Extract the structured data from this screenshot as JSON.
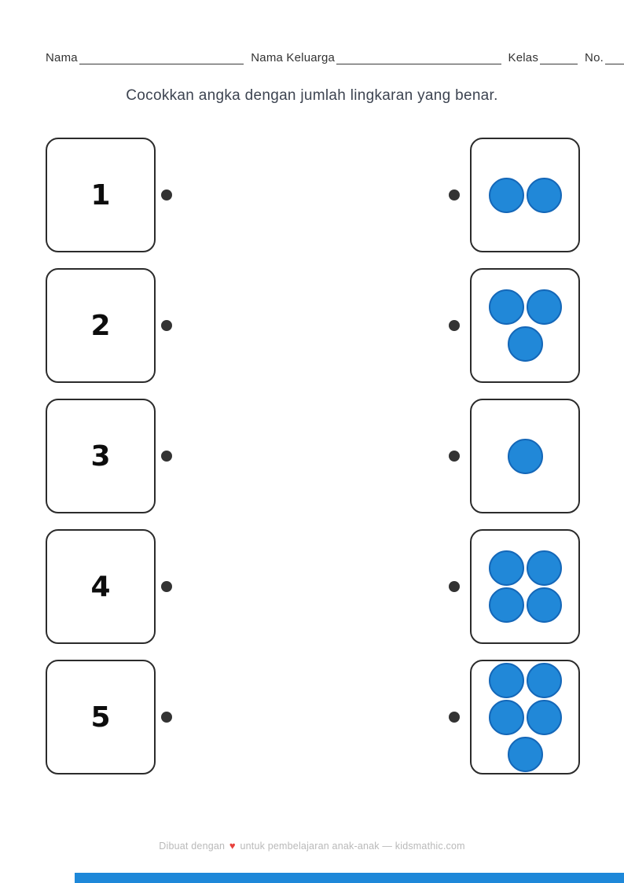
{
  "header": {
    "fields": [
      {
        "label": "Nama"
      },
      {
        "label": "Nama Keluarga"
      },
      {
        "label": "Kelas"
      },
      {
        "label": "No."
      }
    ]
  },
  "title": "Cocokkan angka dengan jumlah lingkaran yang benar.",
  "pairs": [
    {
      "number": "1",
      "circle_count": 2,
      "circle_rows": [
        2
      ]
    },
    {
      "number": "2",
      "circle_count": 3,
      "circle_rows": [
        2,
        1
      ]
    },
    {
      "number": "3",
      "circle_count": 1,
      "circle_rows": [
        1
      ]
    },
    {
      "number": "4",
      "circle_count": 4,
      "circle_rows": [
        2,
        2
      ]
    },
    {
      "number": "5",
      "circle_count": 5,
      "circle_rows": [
        2,
        2,
        1
      ]
    }
  ],
  "footer": {
    "before_heart": "Dibuat dengan",
    "heart": "♥",
    "after_heart": "untuk pembelajaran anak-anak — kidsmathic.com"
  },
  "colors": {
    "circle_fill": "#2188D8",
    "circle_border": "#1467B8",
    "connector_dot": "#333333",
    "card_border": "#2B2B2B",
    "accent_bar": "#1E88D9",
    "heart": "#E8413C",
    "title_text": "#3D4451",
    "footer_text": "#B9B9B9"
  }
}
